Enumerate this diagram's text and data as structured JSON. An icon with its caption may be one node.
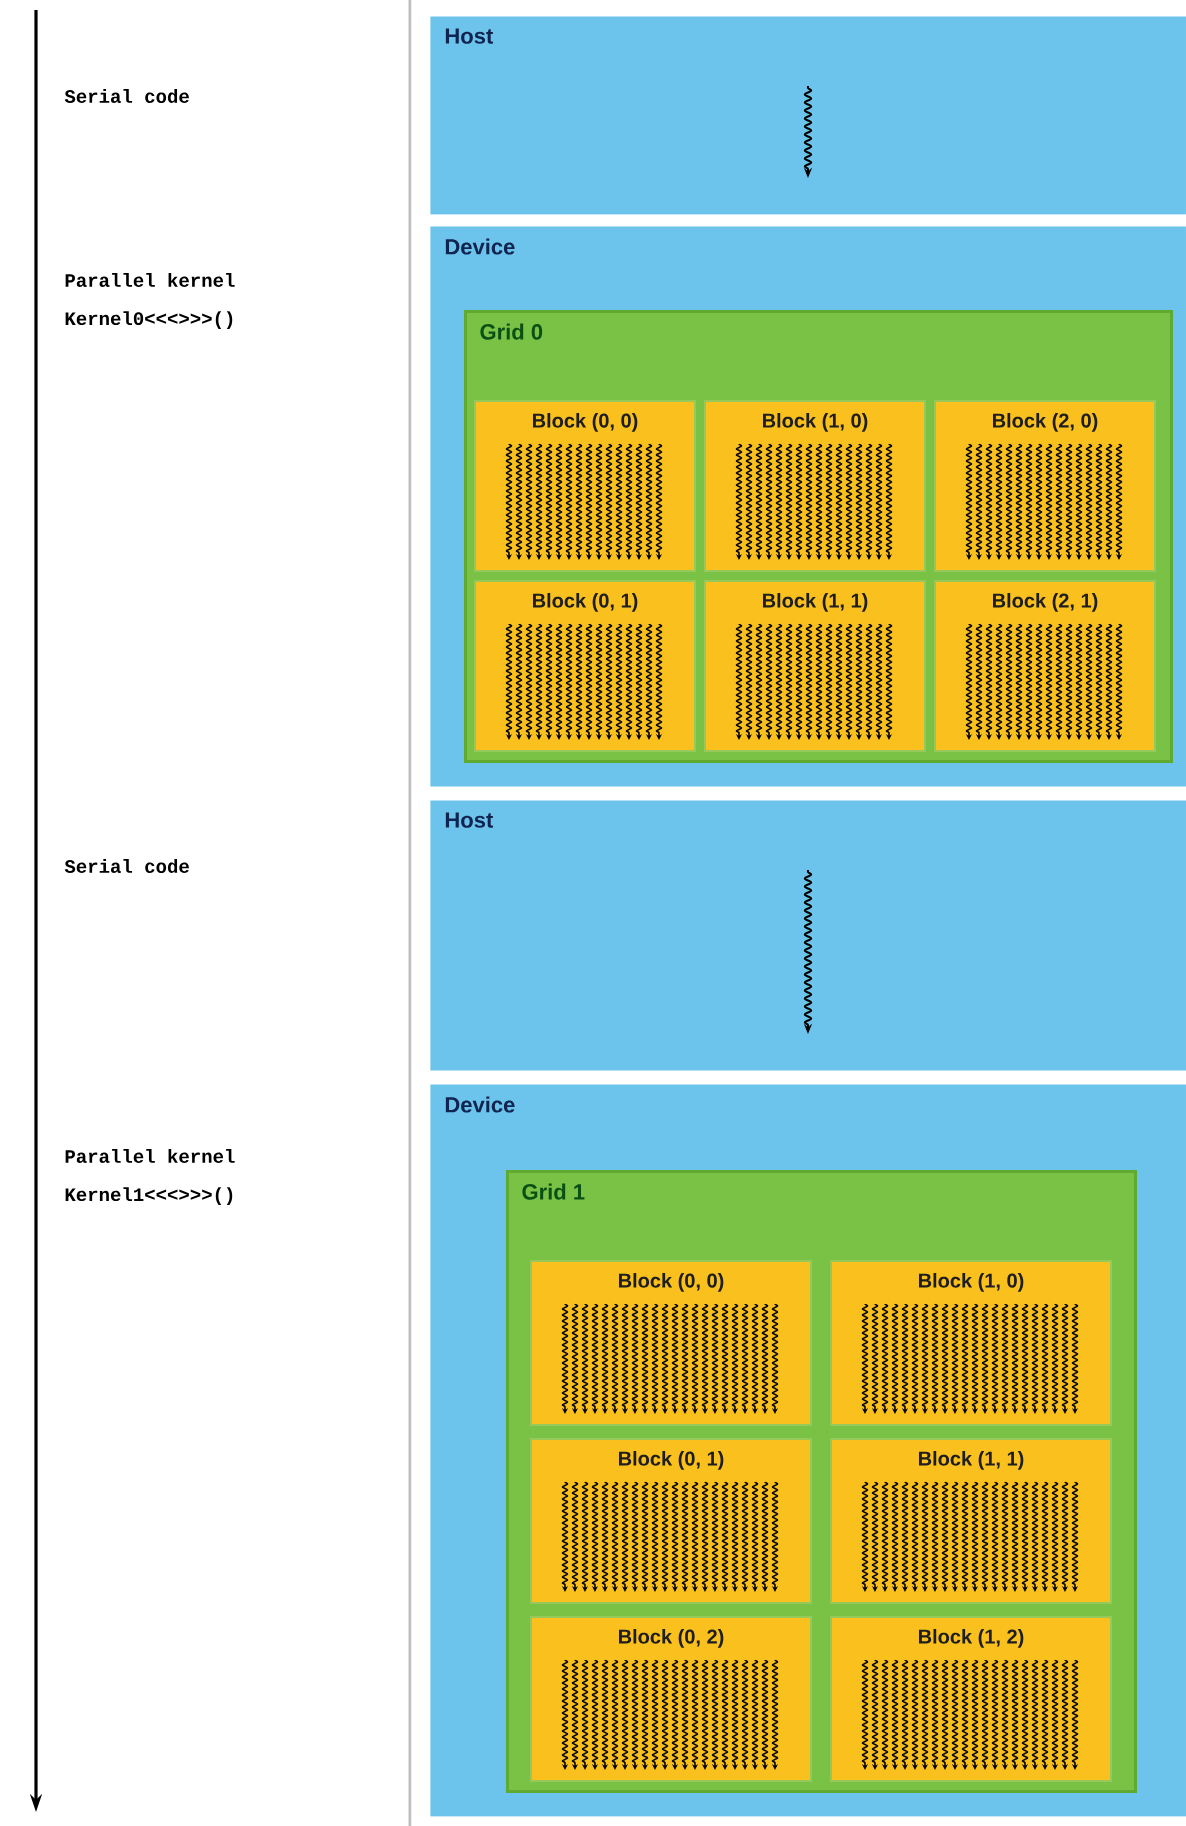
{
  "diagram": {
    "nodes": [
      {
        "text": [
          "Host"
        ]
      },
      {
        "text": [
          "Device"
        ]
      },
      {
        "text": [
          "Grid 0"
        ],
        "in": 1
      },
      {
        "text": [
          "Block (0, 0)"
        ],
        "in": 2
      },
      {
        "text": [
          "Block (1, 0)"
        ],
        "in": 2
      },
      {
        "text": [
          "Block (2, 0)"
        ],
        "in": 2
      },
      {
        "text": [
          "Block (0, 1)"
        ],
        "in": 2
      },
      {
        "text": [
          "Block (1, 1)"
        ],
        "in": 2
      },
      {
        "text": [
          "Block (2, 1)"
        ],
        "in": 2
      },
      {
        "text": [
          "Host"
        ]
      },
      {
        "text": [
          "Device"
        ]
      },
      {
        "text": [
          "Grid 1"
        ],
        "in": 10
      },
      {
        "text": [
          "Block (0, 0)"
        ],
        "in": 11
      },
      {
        "text": [
          "Block (1, 0)"
        ],
        "in": 11
      },
      {
        "text": [
          "Block (0, 1)"
        ],
        "in": 11
      },
      {
        "text": [
          "Block (1, 1)"
        ],
        "in": 11
      },
      {
        "text": [
          "Block (0, 2)"
        ],
        "in": 11
      },
      {
        "text": [
          "Block (1, 2)"
        ],
        "in": 11
      }
    ],
    "labels": [
      "Serial code",
      "Parallel kernel",
      "Kernel0<<<>>>()",
      "Serial code",
      "Parallel kernel",
      "Kernel1<<<>>>()"
    ]
  }
}
